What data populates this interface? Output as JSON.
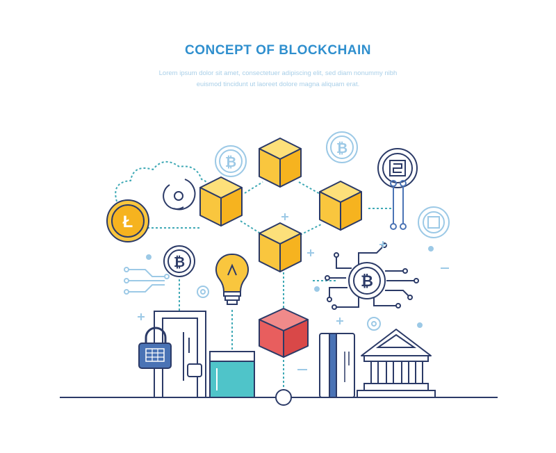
{
  "title": "CONCEPT OF BLOCKCHAIN",
  "subtitle_lines": [
    "Lorem ipsum dolor sit amet, consectetuer adipiscing elit, sed diam nonummy nibh",
    "euismod tincidunt ut laoreet dolore magna aliquam erat."
  ],
  "colors": {
    "title": "#2f8fce",
    "subtitle": "#a9cfe8",
    "outline": "#2b3a67",
    "cube_yellow": "#f9c63e",
    "cube_red": "#e85e5e",
    "accent_blue": "#4a73b5",
    "teal": "#4fc4c9",
    "light_blue": "#9cc9e6",
    "teal_dots": "#3fa9b5"
  },
  "icons": [
    "litecoin-icon",
    "cloud-icon",
    "sync-icon",
    "bitcoin-icon",
    "lightbulb-icon",
    "padlock-icon",
    "wallet-icon",
    "credit-card-icon",
    "bank-icon",
    "circuit-icon",
    "gear-icon",
    "blockchain-cube-icon"
  ]
}
